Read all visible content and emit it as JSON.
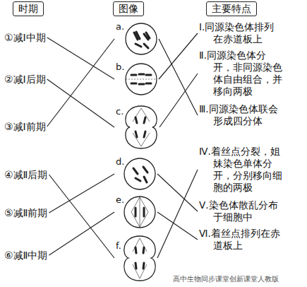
{
  "diagram": {
    "nodes": [
      {
        "text": [
          "时期"
        ]
      },
      {
        "text": [
          "图像"
        ]
      },
      {
        "text": [
          "主要特点"
        ]
      },
      {
        "text": [
          "①减Ⅰ中期"
        ]
      },
      {
        "text": [
          "②减Ⅰ后期"
        ]
      },
      {
        "text": [
          "③减Ⅰ前期"
        ]
      },
      {
        "text": [
          "④减Ⅱ后期"
        ]
      },
      {
        "text": [
          "⑤减Ⅱ前期"
        ]
      },
      {
        "text": [
          "⑥减Ⅱ中期"
        ]
      },
      {
        "text": [
          "a."
        ]
      },
      {
        "text": [
          "b."
        ]
      },
      {
        "text": [
          "c."
        ]
      },
      {
        "text": [
          "d."
        ]
      },
      {
        "text": [
          "e."
        ]
      },
      {
        "text": [
          "f."
        ]
      },
      {
        "text": [
          "Ⅰ.同源染色体排列在赤道板上"
        ]
      },
      {
        "text": [
          "Ⅱ.同源染色体分开，非同源染色体自由组合，并移向两极"
        ]
      },
      {
        "text": [
          "Ⅲ.同源染色体联会形成四分体"
        ]
      },
      {
        "text": [
          "Ⅳ.着丝点分裂，姐妹染色单体分开，分别移向细胞的两极"
        ]
      },
      {
        "text": [
          "Ⅴ.染色体散乱分布于细胞中"
        ]
      },
      {
        "text": [
          "Ⅵ.着丝点排列在赤道板上"
        ]
      }
    ],
    "edges": [
      {
        "from": 3,
        "to": 10,
        "arrow": "none"
      },
      {
        "from": 4,
        "to": 11,
        "arrow": "none"
      },
      {
        "from": 5,
        "to": 9,
        "arrow": "none"
      },
      {
        "from": 9,
        "to": 17,
        "arrow": "none"
      },
      {
        "from": 10,
        "to": 15,
        "arrow": "none"
      },
      {
        "from": 11,
        "to": 16,
        "arrow": "none"
      },
      {
        "from": 6,
        "to": 14,
        "arrow": "none"
      },
      {
        "from": 7,
        "to": 12,
        "arrow": "none"
      },
      {
        "from": 8,
        "to": 13,
        "arrow": "none"
      },
      {
        "from": 12,
        "to": 19,
        "arrow": "none"
      },
      {
        "from": 13,
        "to": 20,
        "arrow": "none"
      },
      {
        "from": 14,
        "to": 18,
        "arrow": "none"
      }
    ],
    "labels": [
      "高中生物同步课堂创新课堂人教版"
    ]
  }
}
